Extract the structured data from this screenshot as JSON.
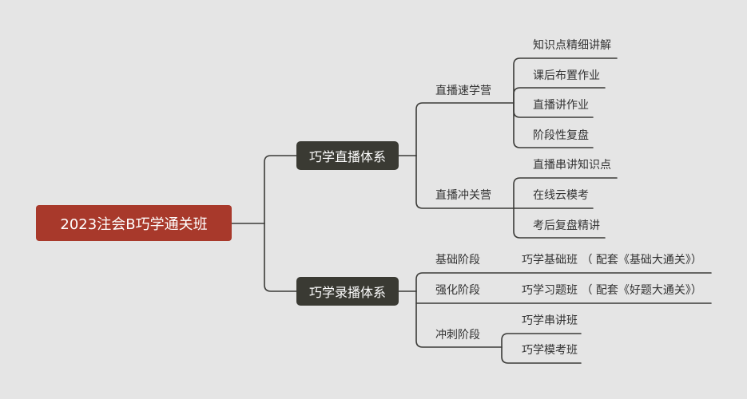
{
  "mindmap": {
    "root": {
      "label": "2023注会B巧学通关班"
    },
    "branches": [
      {
        "label": "巧学直播体系",
        "children": [
          {
            "label": "直播速学营",
            "children": [
              "知识点精细讲解",
              "课后布置作业",
              "直播讲作业",
              "阶段性复盘"
            ]
          },
          {
            "label": "直播冲关营",
            "children": [
              "直播串讲知识点",
              "在线云模考",
              "考后复盘精讲"
            ]
          }
        ]
      },
      {
        "label": "巧学录播体系",
        "children": [
          {
            "label": "基础阶段",
            "children": [
              "巧学基础班 （ 配套《基础大通关》）"
            ]
          },
          {
            "label": "强化阶段",
            "children": [
              "巧学习题班 （ 配套《好题大通关》）"
            ]
          },
          {
            "label": "冲刺阶段",
            "children": [
              "巧学串讲班",
              "巧学模考班"
            ]
          }
        ]
      }
    ]
  },
  "colors": {
    "background": "#e5e5e5",
    "root_fill": "#a8392b",
    "branch_fill": "#3a3a33",
    "line": "#3b3b38",
    "text": "#333333"
  }
}
